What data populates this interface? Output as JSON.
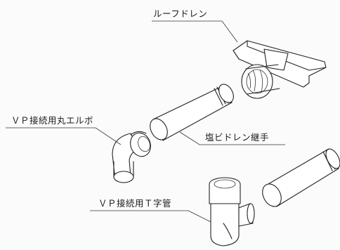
{
  "labels": {
    "roof_drain": "ルーフドレン",
    "vp_elbow": "ＶＰ接続用丸エルボ",
    "pvc_joint": "塩ビドレン継手",
    "vp_tee": "ＶＰ接続用Ｔ字管"
  }
}
